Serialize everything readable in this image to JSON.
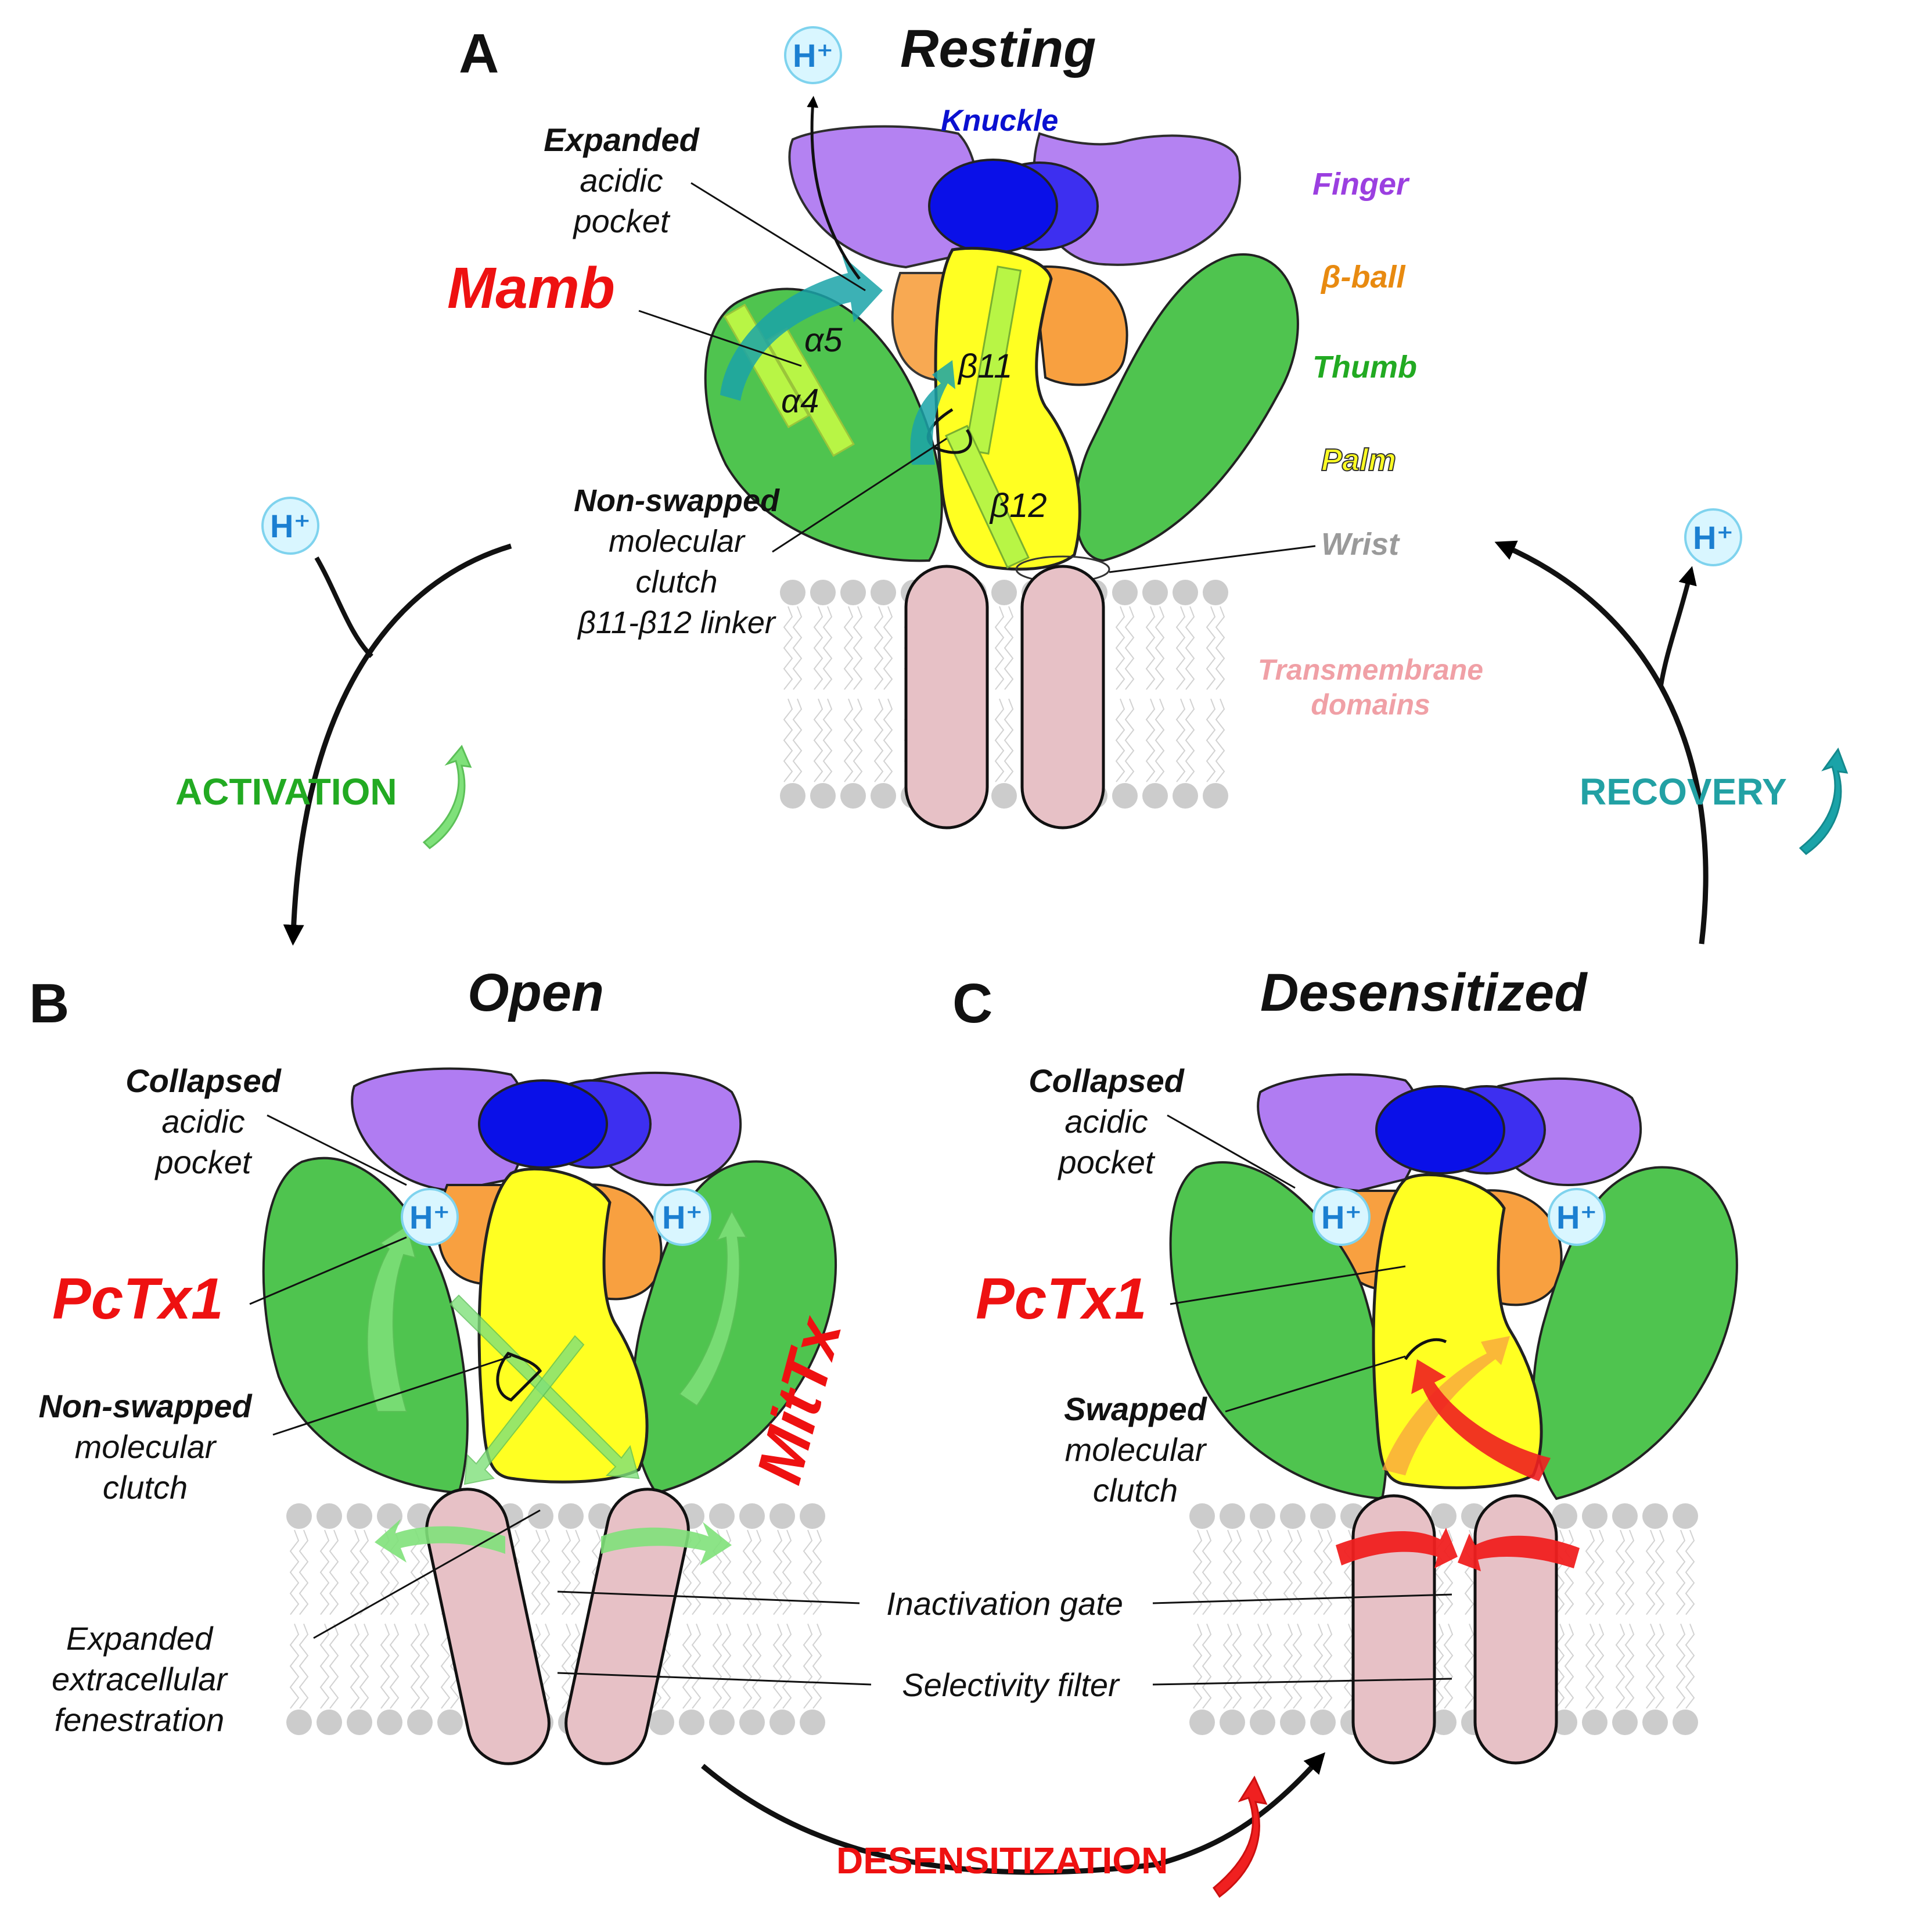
{
  "panels": {
    "a": {
      "letter": "A",
      "state": "Resting"
    },
    "b": {
      "letter": "B",
      "state": "Open"
    },
    "c": {
      "letter": "C",
      "state": "Desensitized"
    }
  },
  "domains": {
    "knuckle": "Knuckle",
    "finger": "Finger",
    "beta_ball": "β-ball",
    "thumb": "Thumb",
    "palm": "Palm",
    "wrist": "Wrist",
    "tm_line1": "Transmembrane",
    "tm_line2": "domains"
  },
  "helices": {
    "a5": "α5",
    "a4": "α4",
    "b11": "β11",
    "b12": "β12"
  },
  "proton": "H⁺",
  "labels": {
    "expanded_pocket": {
      "line1": "Expanded",
      "line2": "acidic",
      "line3": "pocket"
    },
    "collapsed_pocket": {
      "line1": "Collapsed",
      "line2": "acidic",
      "line3": "pocket"
    },
    "nonswapped_clutch_a": {
      "line1": "Non-swapped",
      "line2": "molecular",
      "line3": "clutch",
      "line4": "β11-β12 linker"
    },
    "nonswapped_clutch_b": {
      "line1": "Non-swapped",
      "line2": "molecular",
      "line3": "clutch"
    },
    "swapped_clutch": {
      "line1": "Swapped",
      "line2": "molecular",
      "line3": "clutch"
    },
    "fenestration": {
      "line1": "Expanded",
      "line2": "extracellular",
      "line3": "fenestration"
    },
    "inactivation_gate": "Inactivation gate",
    "selectivity_filter": "Selectivity filter"
  },
  "toxins": {
    "mamb": "Mamb",
    "pctx1": "PcTx1",
    "mittx": "MitTx"
  },
  "transitions": {
    "activation": "ACTIVATION",
    "recovery": "RECOVERY",
    "desensitization": "DESENSITIZATION"
  },
  "colors": {
    "knuckle": "#0a10e8",
    "finger": "#b07cf2",
    "beta_ball": "#f8a040",
    "thumb": "#4fc44f",
    "palm": "#ffff22",
    "tm": "#e7c1c6",
    "lipid": "#cccccc",
    "mamb_arrow": "#1aa3a8",
    "activation_arrow": "#7fe17a",
    "desens_arrow": "#f02020",
    "text_red": "#ee1111",
    "text_green": "#22aa22",
    "text_teal": "#22a1a4",
    "text_blue": "#0a10d0",
    "text_purple": "#9b3fe0",
    "text_orange": "#e88a10",
    "text_pink": "#f0a0a6",
    "text_gray": "#9a9a9a",
    "proton_fill": "#d9f6ff",
    "proton_text": "#1b7fd1"
  }
}
